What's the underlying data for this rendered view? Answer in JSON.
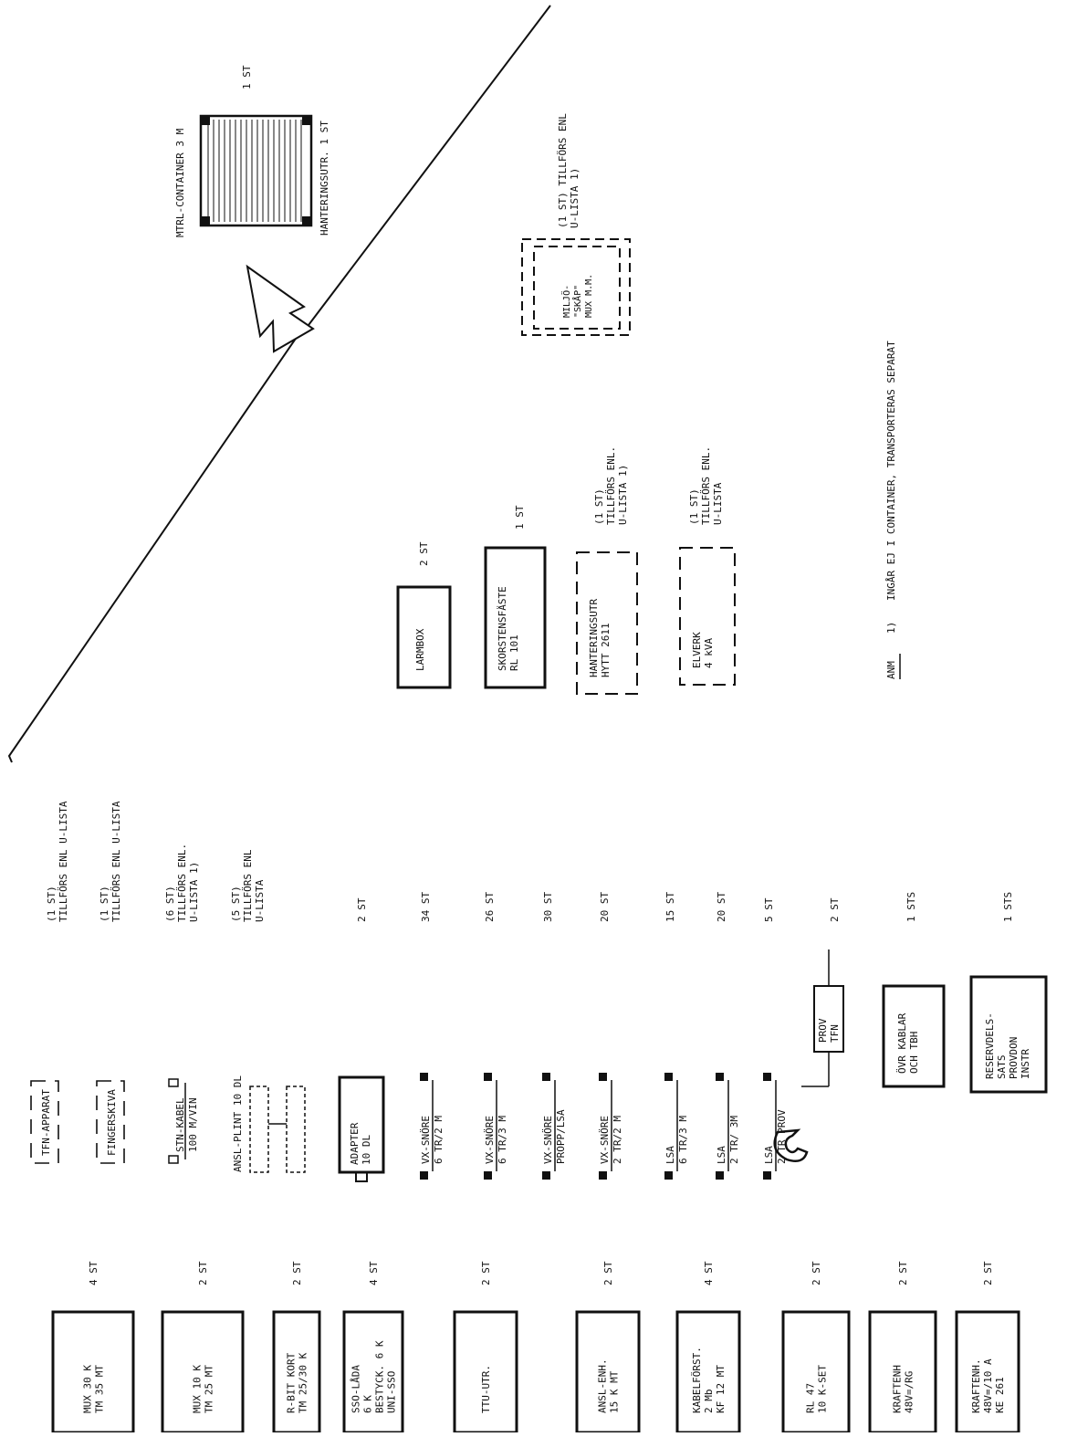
{
  "container": {
    "label": "MTRL-CONTAINER 3 M",
    "qty": "1 ST",
    "handling": "HANTERINGSUTR. 1 ST"
  },
  "env_cabinet": {
    "lines": [
      "MILJÖ-",
      "\"SKÅP\"",
      "MUX M.M."
    ],
    "note_lines": [
      "(1 ST) TILLFÖRS ENL",
      "U-LISTA  1)"
    ]
  },
  "middle_boxes": [
    {
      "id": "larmbox",
      "lines": [
        "LARMBOX"
      ],
      "qty": "2 ST",
      "note": []
    },
    {
      "id": "skorstensfaste",
      "lines": [
        "SKORSTENSFÄSTE",
        "RL 101"
      ],
      "qty": "1 ST",
      "note": []
    },
    {
      "id": "hanteringsutr",
      "lines": [
        "HANTERINGSUTR",
        "HYTT 2611"
      ],
      "qty": "",
      "note": [
        "(1 ST)",
        "TILLFÖRS ENL.",
        "U-LISTA  1)"
      ]
    },
    {
      "id": "elverk",
      "lines": [
        "ELVERK",
        "4 kVA"
      ],
      "qty": "",
      "note": [
        "(1 ST)",
        "TILLFÖRS ENL.",
        "U-LISTA"
      ]
    }
  ],
  "footnote": {
    "anm": "ANM",
    "num": "1)",
    "text": "INGÅR EJ I CONTAINER, TRANSPORTERAS SEPARAT"
  },
  "accessories": [
    {
      "id": "tfn-apparat",
      "lines": [
        "TFN-APPARAT"
      ],
      "note": [
        "(1 ST)",
        "TILLFÖRS ENL U-LISTA"
      ]
    },
    {
      "id": "fingerskiva",
      "lines": [
        "FINGERSKIVA"
      ],
      "note": [
        "(1 ST)",
        "TILLFÖRS ENL U-LISTA"
      ]
    },
    {
      "id": "stn-kabel",
      "lines": [
        "STN-KABEL",
        "100 M/VIN"
      ],
      "note": [
        "(6 ST)",
        "TILLFÖRS ENL.",
        "U-LISTA  1)"
      ]
    },
    {
      "id": "ansl-plint",
      "lines": [
        "ANSL-PLINT 10 DL"
      ],
      "note": [
        "(5 ST)",
        "TILLFÖRS ENL",
        "U-LISTA"
      ]
    },
    {
      "id": "adapter",
      "lines": [
        "ADAPTER",
        "10 DL"
      ],
      "note": [
        "2 ST"
      ]
    },
    {
      "id": "vx-snore-1",
      "lines": [
        "VX-SNÖRE",
        "6 TR/2 M"
      ],
      "note": [
        "34 ST"
      ]
    },
    {
      "id": "vx-snore-2",
      "lines": [
        "VX-SNÖRE",
        "6 TR/3 M"
      ],
      "note": [
        "26 ST"
      ]
    },
    {
      "id": "vx-snore-3",
      "lines": [
        "VX-SNÖRE",
        "PROPP/LSA"
      ],
      "note": [
        "30 ST"
      ]
    },
    {
      "id": "vx-snore-4",
      "lines": [
        "VX-SNÖRE",
        "2 TR/2 M"
      ],
      "note": [
        "20 ST"
      ]
    },
    {
      "id": "lsa-1",
      "lines": [
        "LSA",
        "6 TR/3 M"
      ],
      "note": [
        "15 ST"
      ]
    },
    {
      "id": "lsa-2",
      "lines": [
        "LSA",
        "2 TR/ 3M"
      ],
      "note": [
        "20 ST"
      ]
    },
    {
      "id": "lsa-3",
      "lines": [
        "LSA",
        "2 TR PROV"
      ],
      "note": [
        "5 ST"
      ]
    },
    {
      "id": "prov-tfn",
      "lines": [
        "PROV",
        "TFN"
      ],
      "note": [
        "2 ST"
      ]
    },
    {
      "id": "ovr-kablar",
      "lines": [
        "ÖVR  KABLAR",
        "OCH TBH"
      ],
      "note": [
        "1 STS"
      ]
    },
    {
      "id": "reservdelssats",
      "lines": [
        "RESERVDELS-",
        "SATS",
        "PROVDON",
        "INSTR"
      ],
      "note": [
        "1 STS"
      ]
    }
  ],
  "units": [
    {
      "id": "mux30",
      "lines": [
        "MUX 30 K",
        "TM 35 MT"
      ],
      "qty": "4 ST"
    },
    {
      "id": "mux10",
      "lines": [
        "MUX 10 K",
        "TM 25 MT"
      ],
      "qty": "2 ST"
    },
    {
      "id": "rbit",
      "lines": [
        "R-BIT KORT",
        "TM 25/30 K"
      ],
      "qty": "2 ST"
    },
    {
      "id": "sso",
      "lines": [
        "SSO-LÅDA",
        "6 K",
        "BESTYCK. 6 K",
        "UNI-SSO"
      ],
      "qty": "4 ST"
    },
    {
      "id": "ttu",
      "lines": [
        "TTU-UTR."
      ],
      "qty": "2 ST"
    },
    {
      "id": "ansl-enh",
      "lines": [
        "ANSL-ENH.",
        "15 K MT"
      ],
      "qty": "2 ST"
    },
    {
      "id": "kabelforst",
      "lines": [
        "KABELFÖRST.",
        "2 Mb",
        "KF 12 MT"
      ],
      "qty": "4 ST"
    },
    {
      "id": "rl47",
      "lines": [
        "RL 47",
        "10 K-SET"
      ],
      "qty": "2 ST"
    },
    {
      "id": "kraftenh1",
      "lines": [
        "KRAFTENH",
        "48V=/RG"
      ],
      "qty": "2 ST"
    },
    {
      "id": "kraftenh2",
      "lines": [
        "KRAFTENH.",
        "48V=/10 A",
        "KE 261"
      ],
      "qty": "2 ST"
    }
  ]
}
